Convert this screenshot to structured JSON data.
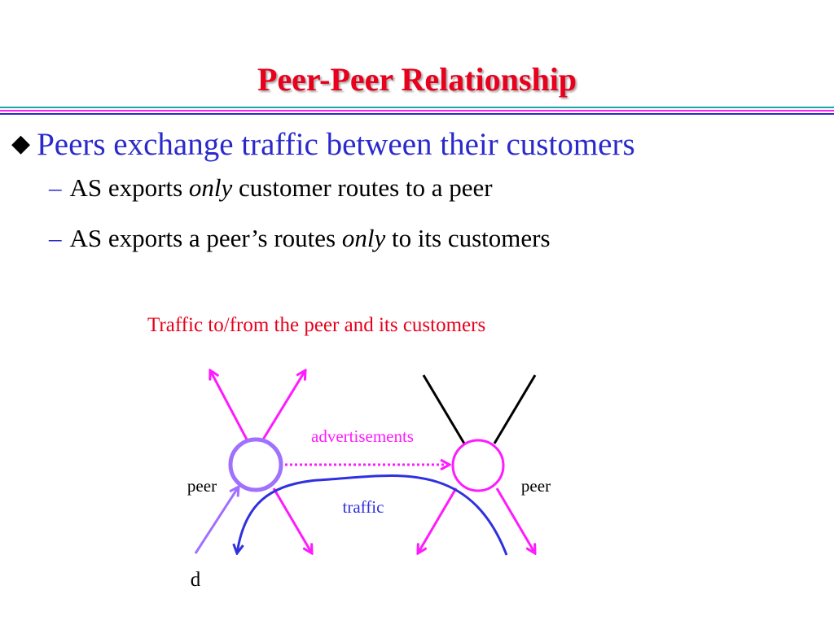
{
  "slide": {
    "title": "Peer-Peer Relationship",
    "bullet": "Peers exchange traffic between their customers",
    "subbullets": [
      {
        "dash": "–",
        "before": "AS exports ",
        "emphasis": "only",
        "after": " customer routes to a peer"
      },
      {
        "dash": "–",
        "before": "AS exports a peer’s routes ",
        "emphasis": "only",
        "after": " to its customers"
      }
    ]
  },
  "diagram": {
    "caption": "Traffic to/from the peer and its customers",
    "advertisements_label": "advertisements",
    "traffic_label": "traffic",
    "left_peer_label": "peer",
    "right_peer_label": "peer",
    "destination_label": "d"
  },
  "colors": {
    "title": "#e8001c",
    "bullet": "#2a2acc",
    "magenta": "#ff1aff",
    "left_node": "#a070ff",
    "traffic_curve": "#3030e0",
    "rules": [
      "#1aa7a7",
      "#ff1aff",
      "#2a2acc"
    ]
  }
}
